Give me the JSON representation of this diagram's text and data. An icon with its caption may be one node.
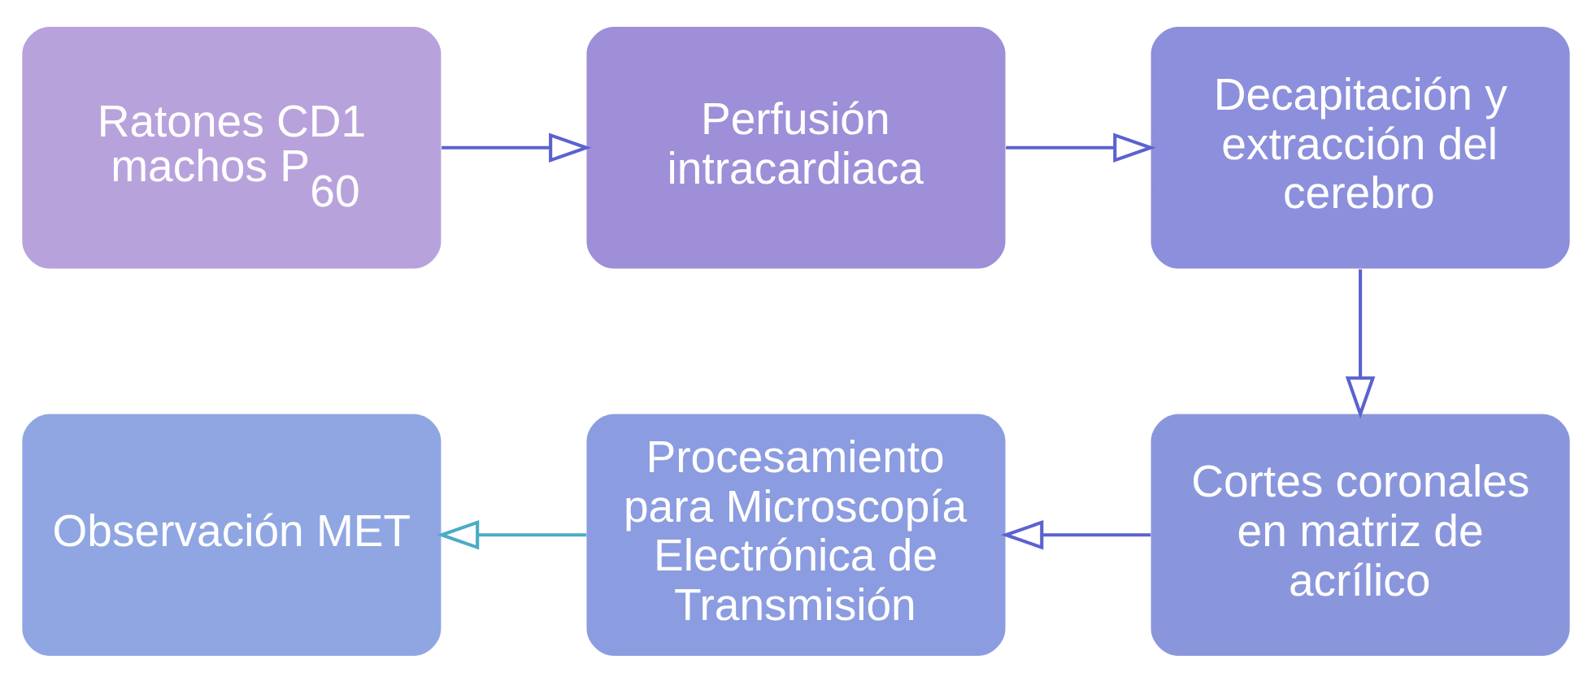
{
  "diagram": {
    "nodes": [
      {
        "text": [
          "Ratones CD1 machos P$_{60}$"
        ]
      },
      {
        "text": [
          "Perfusión intracardiaca"
        ]
      },
      {
        "text": [
          "Decapitación y extracción del cerebro"
        ]
      },
      {
        "text": [
          "Cortes coronales en matriz de acrílico"
        ]
      },
      {
        "text": [
          "Procesamiento para Microscopía Electrónica de Transmisión"
        ]
      },
      {
        "text": [
          "Observación MET"
        ]
      }
    ],
    "edges": [
      {
        "from": 0,
        "to": 1,
        "arrow": "to"
      },
      {
        "from": 1,
        "to": 2,
        "arrow": "to"
      },
      {
        "from": 2,
        "to": 3,
        "arrow": "to"
      },
      {
        "from": 3,
        "to": 4,
        "arrow": "to"
      },
      {
        "from": 4,
        "to": 5,
        "arrow": "to",
        "color": "#4bacc6"
      }
    ]
  }
}
